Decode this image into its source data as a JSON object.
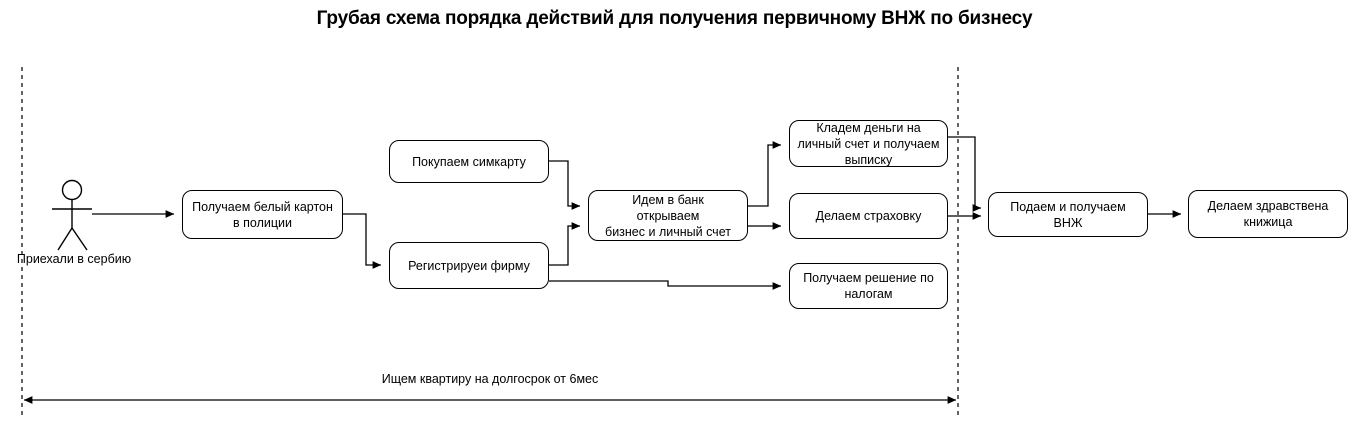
{
  "title": "Грубая схема порядка действий для получения первичному ВНЖ по бизнесу",
  "actor": {
    "name": "stick-figure-actor",
    "label": "Приехали в сербию"
  },
  "nodes": [
    {
      "id": "white-carton",
      "label": "Получаем белый картон в полиции"
    },
    {
      "id": "sim-card",
      "label": "Покупаем симкарту"
    },
    {
      "id": "register-firm",
      "label": "Регистрируеи фирму"
    },
    {
      "id": "bank",
      "label": "Идем в банк открываем бизнес и личный счет"
    },
    {
      "id": "deposit-money",
      "label": "Кладем деньги на личный счет и получаем выписку"
    },
    {
      "id": "insurance",
      "label": "Делаем страховку"
    },
    {
      "id": "tax-decision",
      "label": "Получаем решение по налогам"
    },
    {
      "id": "submit-residence",
      "label": "Подаем и получаем ВНЖ"
    },
    {
      "id": "health-book",
      "label": "Делаем здравствена книжица"
    }
  ],
  "bank_lines": [
    "Идем в банк",
    "открываем",
    "бизнес и личный счет"
  ],
  "timeline": {
    "label": "Ищем квартиру на долгосрок от 6мес"
  },
  "colors": {
    "stroke": "#000000",
    "accent_gray": "#6D6D6D",
    "background": "#ffffff"
  }
}
